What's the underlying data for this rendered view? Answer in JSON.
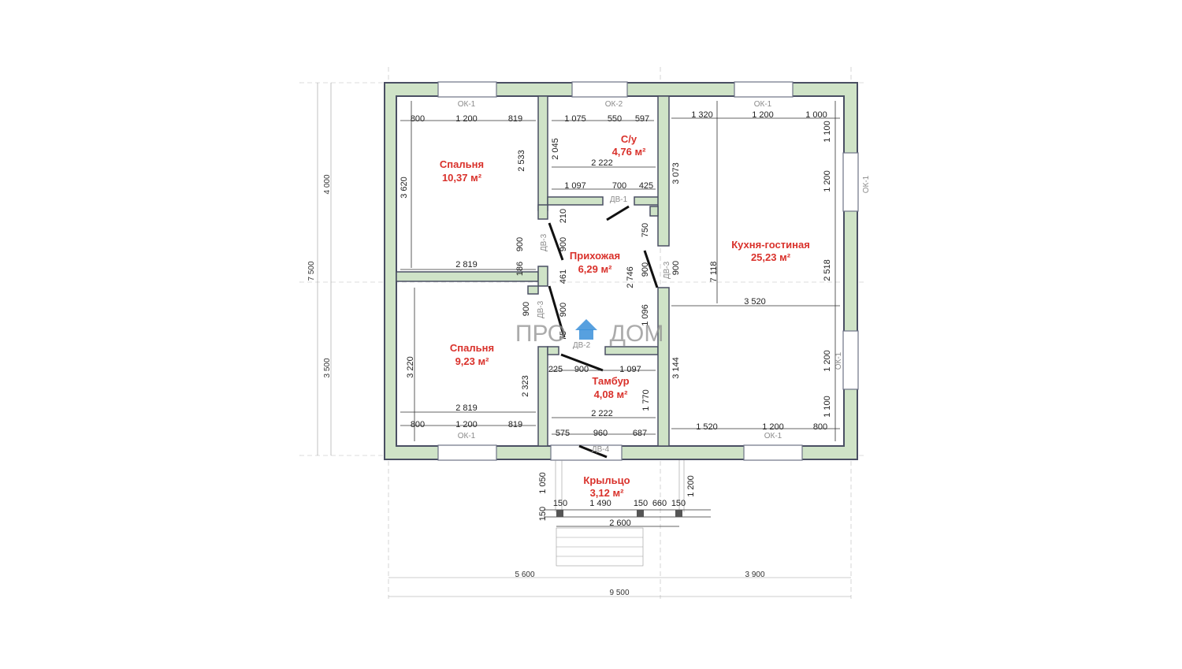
{
  "logo": {
    "left": "ПРО",
    "right": "ДОМ"
  },
  "rooms": [
    {
      "name": "Спальня",
      "area": "10,37 м²"
    },
    {
      "name": "С/у",
      "area": "4,76 м²"
    },
    {
      "name": "Кухня-гостиная",
      "area": "25,23 м²"
    },
    {
      "name": "Прихожая",
      "area": "6,29 м²"
    },
    {
      "name": "Спальня",
      "area": "9,23 м²"
    },
    {
      "name": "Тамбур",
      "area": "4,08 м²"
    },
    {
      "name": "Крыльцо",
      "area": "3,12 м²"
    }
  ],
  "tags": {
    "ok1": "ОК-1",
    "ok2": "ОК-2",
    "dv1": "ДВ-1",
    "dv2": "ДВ-2",
    "dv3": "ДВ-3",
    "dv4": "ДВ-4"
  },
  "dims": {
    "t1": "800",
    "t2": "1 200",
    "t3": "819",
    "t4": "1 075",
    "t5": "550",
    "t6": "597",
    "t7": "1 320",
    "t8": "1 200",
    "t9": "1 000",
    "su_w": "2 222",
    "su_b1": "1 097",
    "su_b2": "700",
    "su_b3": "425",
    "su_h": "2 045",
    "br1_h": "3 620",
    "br1_h2": "2 533",
    "br1_w": "2 819",
    "d900a": "900",
    "d186": "186",
    "kit_h": "3 073",
    "kit_r1": "1 100",
    "kit_r2": "1 200",
    "kit_r3": "2 518",
    "kit_r4": "1 200",
    "kit_r5": "1 100",
    "kit_h2": "7 118",
    "kit_w": "3 520",
    "kit_h3": "3 144",
    "d900k": "900",
    "hall_210": "210",
    "hall_900": "900",
    "hall_461": "461",
    "hall_900b": "900",
    "hall_750": "750",
    "hall_2746": "2 746",
    "hall_900c": "900",
    "hall_1096": "1 096",
    "hall_75": "75",
    "br2_900": "900",
    "br2_h": "3 220",
    "br2_h2": "2 323",
    "br2_w": "2 819",
    "b1": "800",
    "b2": "1 200",
    "b3": "819",
    "tam_225": "225",
    "tam_900": "900",
    "tam_1097": "1 097",
    "tam_1770": "1 770",
    "tam_w": "2 222",
    "tam_575": "575",
    "tam_960": "960",
    "tam_687": "687",
    "kb1": "1 520",
    "kb2": "1 200",
    "kb3": "800",
    "p1050": "1 050",
    "p1200": "1 200",
    "p150a": "150",
    "p1490": "1 490",
    "p150b": "150",
    "p660": "660",
    "p150c": "150",
    "p150d": "150",
    "p2600": "2 600",
    "o5600": "5 600",
    "o3900": "3 900",
    "o9500": "9 500",
    "o4000": "4 000",
    "o3500": "3 500",
    "o7500": "7 500"
  },
  "colors": {
    "wall_fill": "#cfe3c7",
    "wall_stroke": "#4a4f63",
    "room_text": "#d9312b"
  }
}
